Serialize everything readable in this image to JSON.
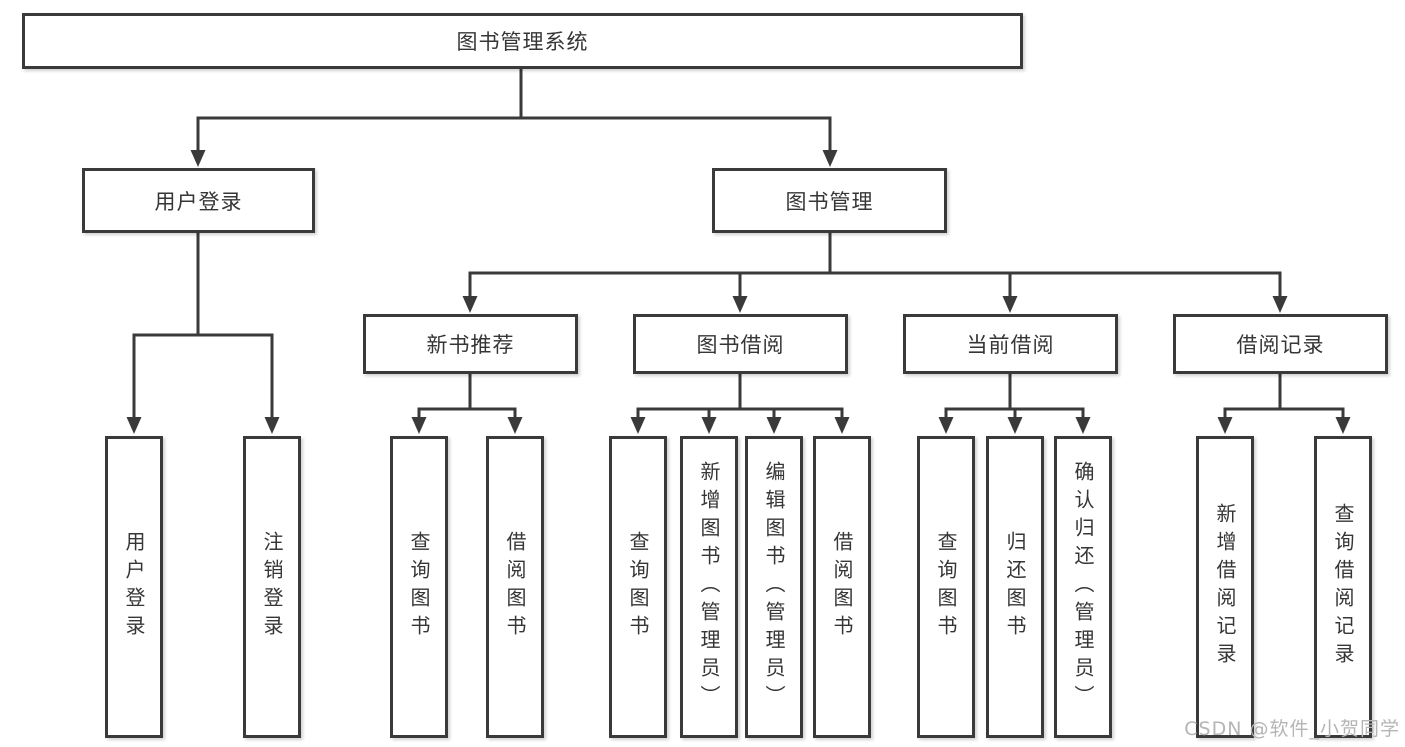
{
  "diagram": {
    "root": {
      "label": "图书管理系统",
      "children": [
        {
          "label": "用户登录",
          "children": [
            {
              "label": "用户登录"
            },
            {
              "label": "注销登录"
            }
          ]
        },
        {
          "label": "图书管理",
          "children": [
            {
              "label": "新书推荐",
              "children": [
                {
                  "label": "查询图书"
                },
                {
                  "label": "借阅图书"
                }
              ]
            },
            {
              "label": "图书借阅",
              "children": [
                {
                  "label": "查询图书"
                },
                {
                  "label": "新增图书（管理员）"
                },
                {
                  "label": "编辑图书（管理员）"
                },
                {
                  "label": "借阅图书"
                }
              ]
            },
            {
              "label": "当前借阅",
              "children": [
                {
                  "label": "查询图书"
                },
                {
                  "label": "归还图书"
                },
                {
                  "label": "确认归还（管理员）"
                }
              ]
            },
            {
              "label": "借阅记录",
              "children": [
                {
                  "label": "新增借阅记录"
                },
                {
                  "label": "查询借阅记录"
                }
              ]
            }
          ]
        }
      ]
    },
    "colors": {
      "line": "#3a3a3a",
      "text": "#363636",
      "watermark": "#b5b5b5"
    }
  },
  "watermark": {
    "text": "CSDN @软件_小贺同学"
  }
}
